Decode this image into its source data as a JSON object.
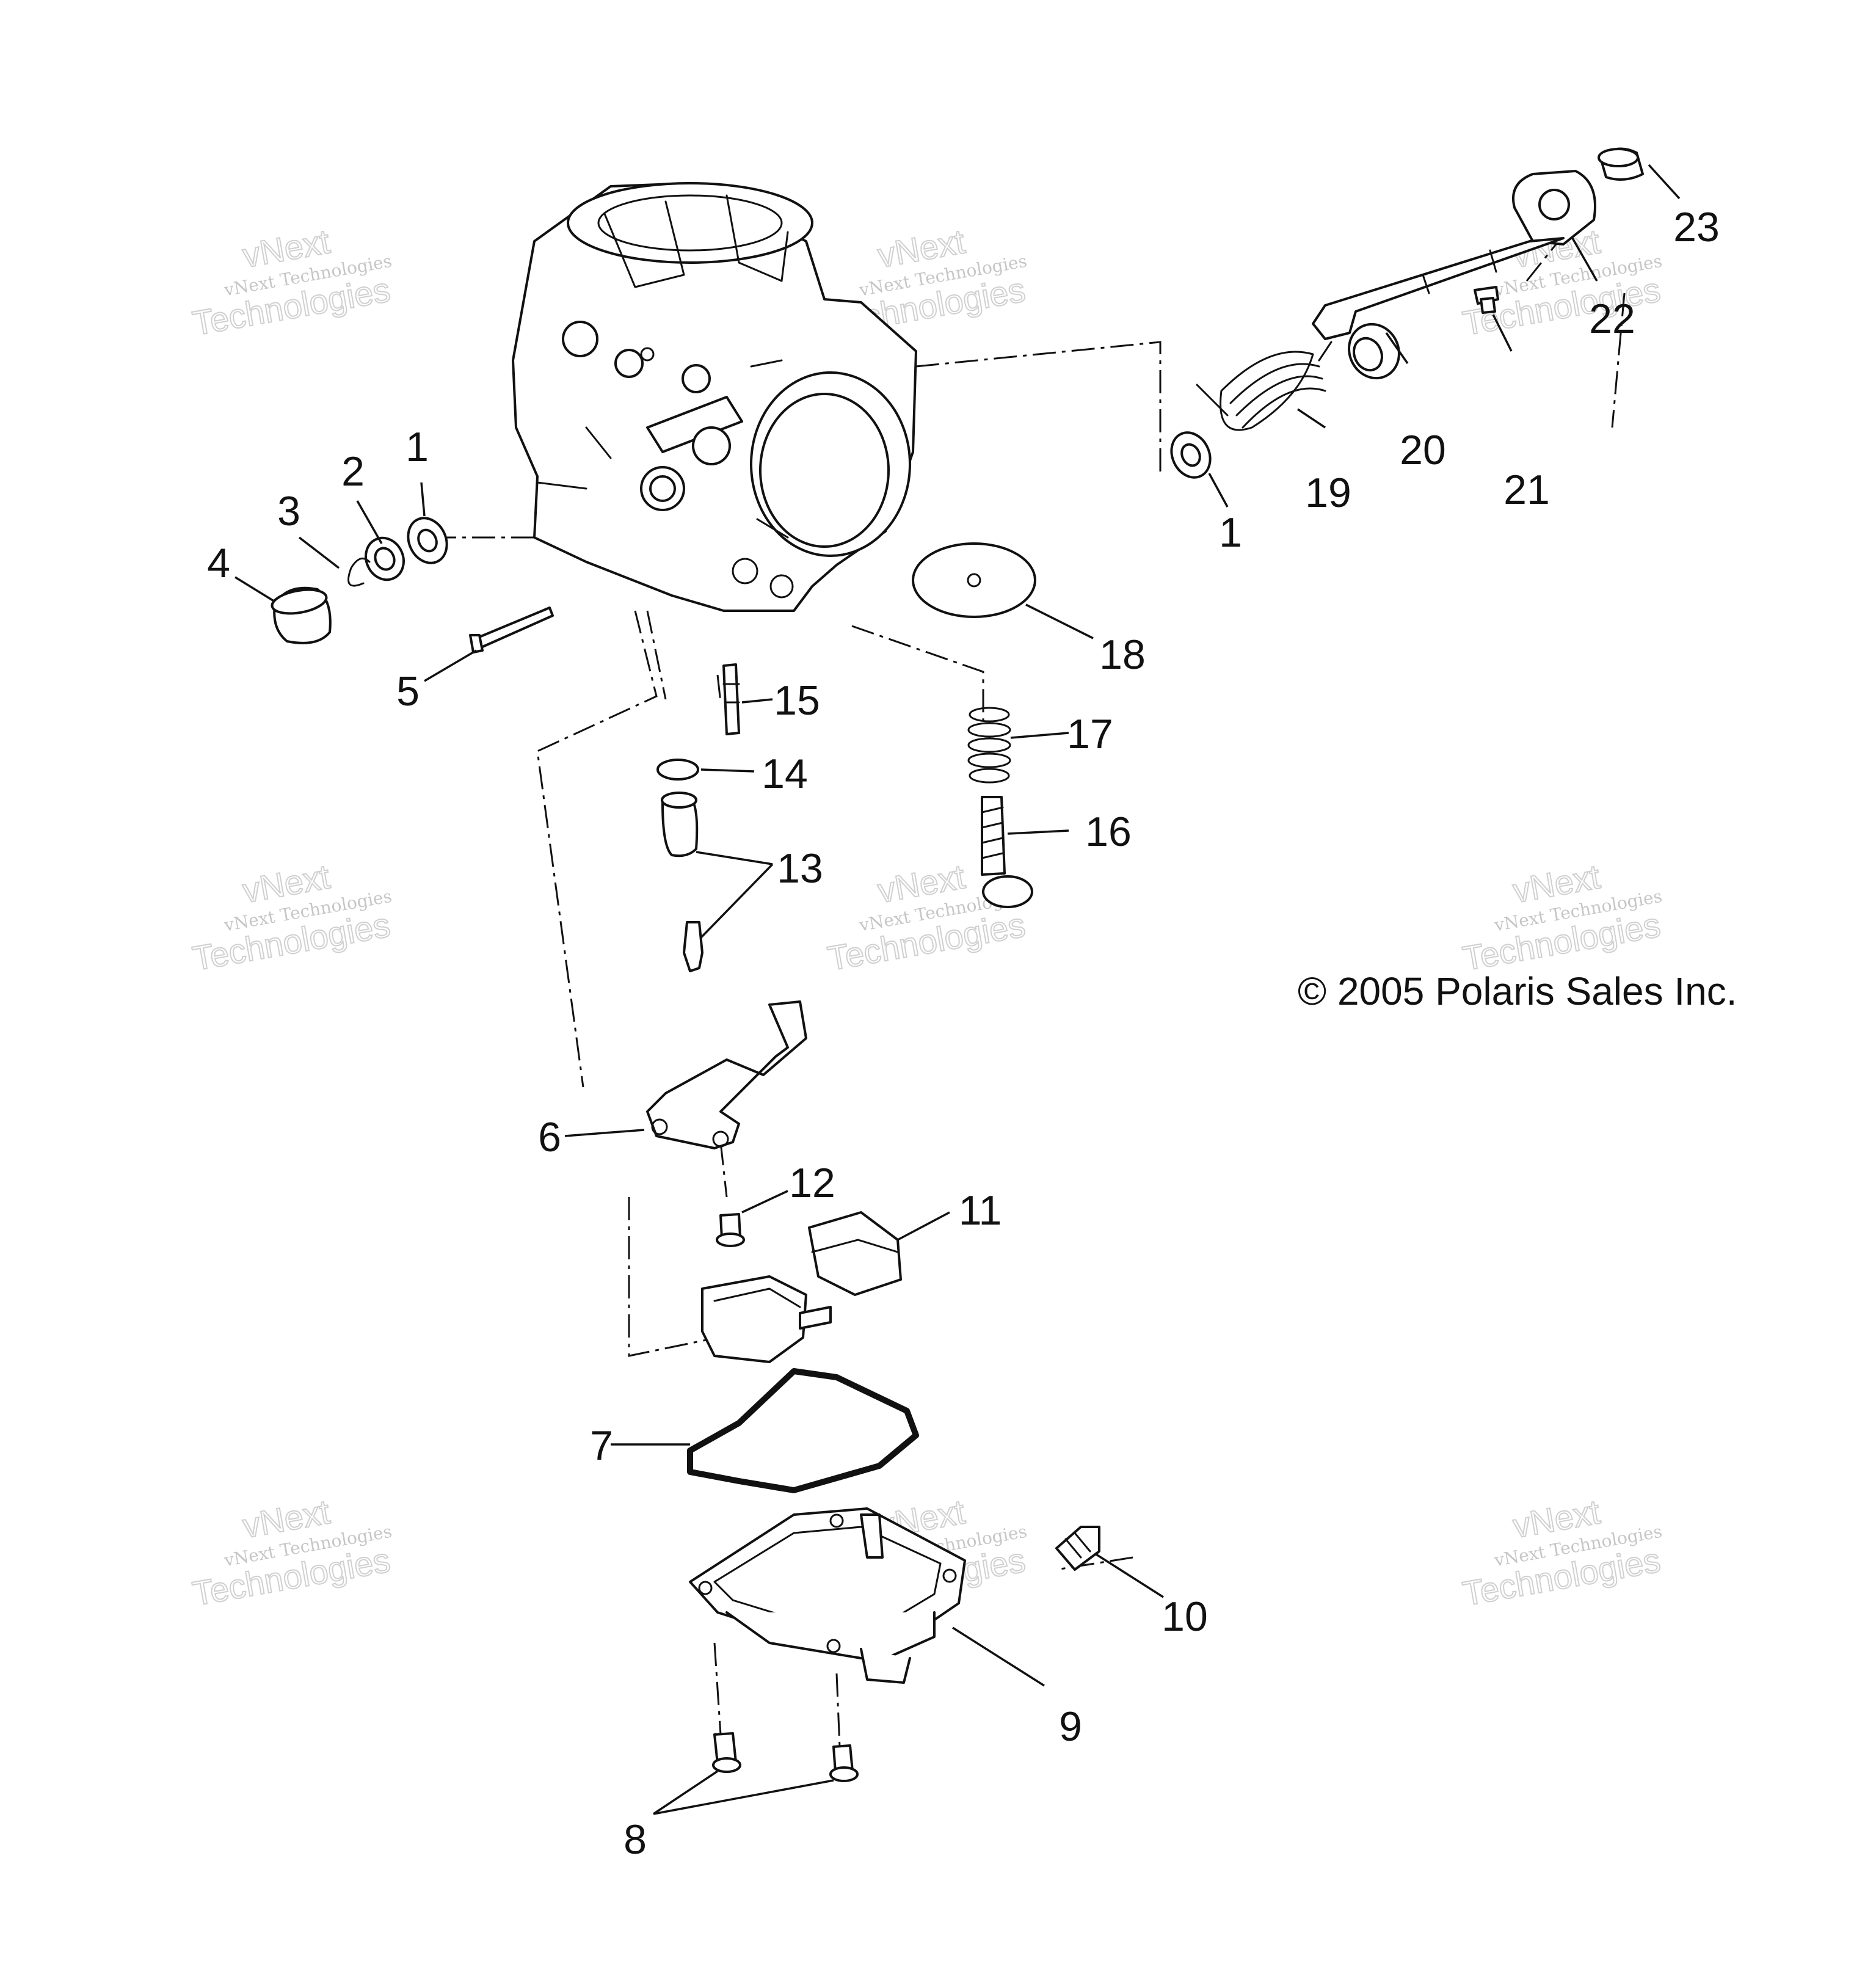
{
  "copyright": "© 2005 Polaris Sales Inc.",
  "watermark": {
    "line1": "vNext",
    "line2": "vNext Technologies",
    "line3": "Technologies"
  },
  "callouts": [
    "1",
    "2",
    "3",
    "4",
    "5",
    "15",
    "14",
    "13",
    "17",
    "16",
    "18",
    "19",
    "20",
    "21",
    "22",
    "23",
    "1",
    "6",
    "12",
    "11",
    "7",
    "10",
    "9",
    "8"
  ]
}
